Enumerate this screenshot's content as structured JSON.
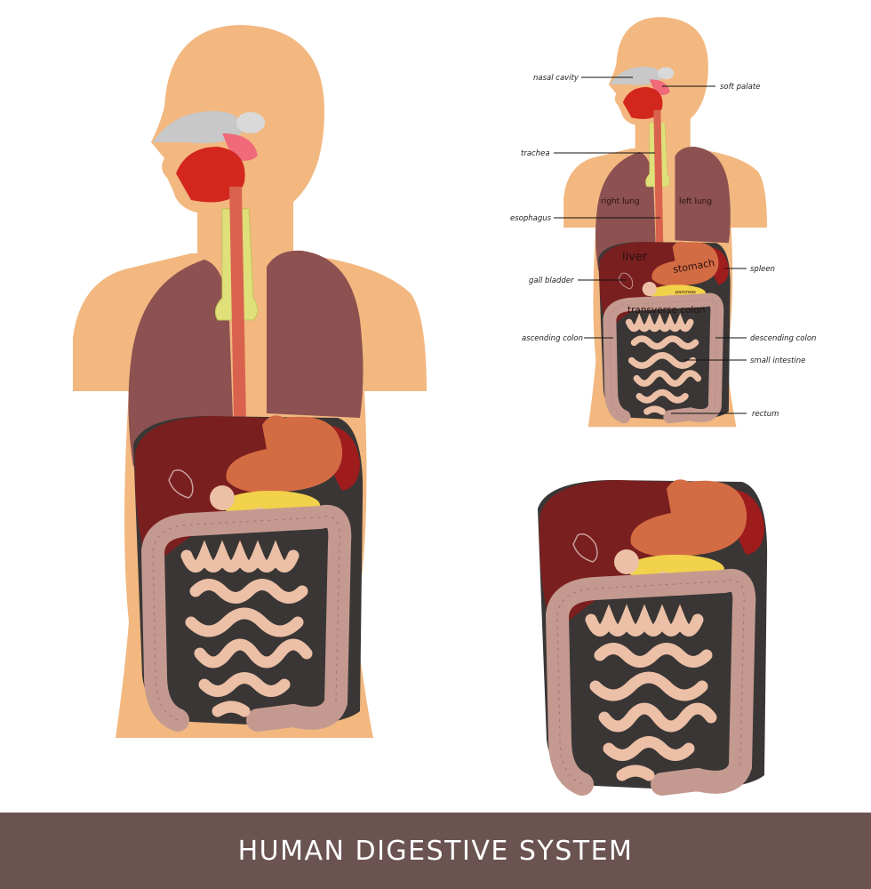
{
  "title": "HUMAN DIGESTIVE SYSTEM",
  "labels": {
    "nasal_cavity": "nasal cavity",
    "soft_palate": "soft palate",
    "trachea": "trachea",
    "esophagus": "esophagus",
    "right_lung": "right lung",
    "left_lung": "left lung",
    "liver": "liver",
    "stomach": "stomach",
    "spleen": "spleen",
    "gall_bladder": "gall bladder",
    "pancreas": "pancreas",
    "transverse_colon": "transverse colon",
    "ascending_colon": "ascending colon",
    "descending_colon": "descending colon",
    "small_intestine": "small intestine",
    "rectum": "rectum"
  },
  "colors": {
    "skin": "#f2b880",
    "lung": "#8c5150",
    "liver": "#7a1f1f",
    "stomach": "#d36b43",
    "pancreas": "#f2d24a",
    "colon": "#c49a90",
    "small_intestine": "#ecc0a6",
    "banner": "#6b5352"
  }
}
